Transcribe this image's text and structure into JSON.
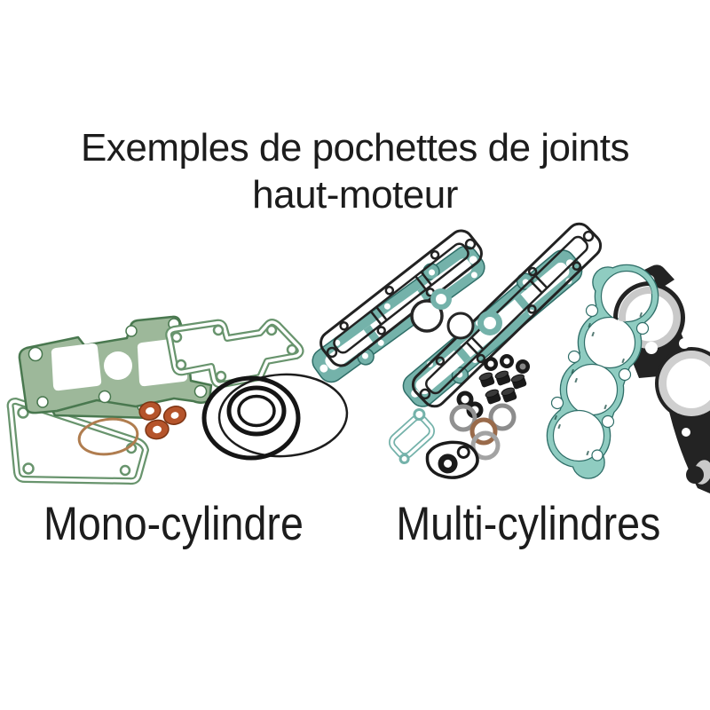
{
  "title": {
    "line1": "Exemples de pochettes de joints",
    "line2": "haut-moteur"
  },
  "labels": {
    "left": "Mono-cylindre",
    "right": "Multi-cylindres"
  },
  "colors": {
    "ink": "#1c1c1c",
    "sage": "#9db89a",
    "sageDark": "#49784f",
    "sageLine": "#68946d",
    "copper": "#b5542b",
    "copperDark": "#7c3413",
    "tan": "#b07d4f",
    "teal": "#74b2aa",
    "tealDark": "#2f6e68",
    "tealLight": "#8fccc1",
    "rubber": "#222222",
    "steel": "#919191",
    "metalGrey": "#c9c9c9"
  }
}
